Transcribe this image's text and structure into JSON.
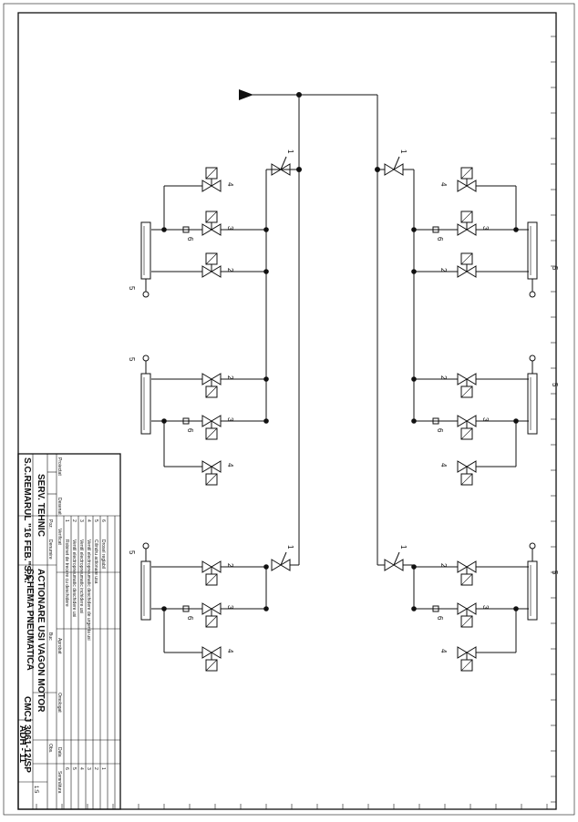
{
  "title_block": {
    "company": "S.C.REMARUL \"16 FEB.\"S.A.",
    "department": "SERV. TEHNIC",
    "title_line1": "SCHEMA PNEUMATICA",
    "title_line2": "ACTIONARE USI VAGON MOTOR",
    "drawing_number": "CMCJ 3061-12/SP",
    "variant": "ADH - 11",
    "scale_label": "1:5",
    "role_labels": [
      "Proiectat",
      "Desenat",
      "Verificat",
      "Aprobat",
      "Omologat",
      "Data",
      "Semnătura"
    ],
    "revision_header": [
      "Poz.",
      "Denumire",
      "Buc",
      "Obs."
    ],
    "parts_list": [
      "Robinet de trecere cu deschidere",
      "Ventil electropneumatic deschidere usi",
      "Ventil electropneumatic inchidere usi",
      "Ventil electropneumatic deschidere de urgenta usi",
      "Cilindru actionare usa",
      "Drosel reglabil"
    ],
    "signature_column": [
      "6",
      "5",
      "4",
      "3",
      "2",
      "1"
    ]
  },
  "labels": {
    "valve_1": "1",
    "valve_2": "2",
    "valve_3": "3",
    "valve_4": "4",
    "cylinder_5": "5",
    "throttle_6": "6"
  }
}
